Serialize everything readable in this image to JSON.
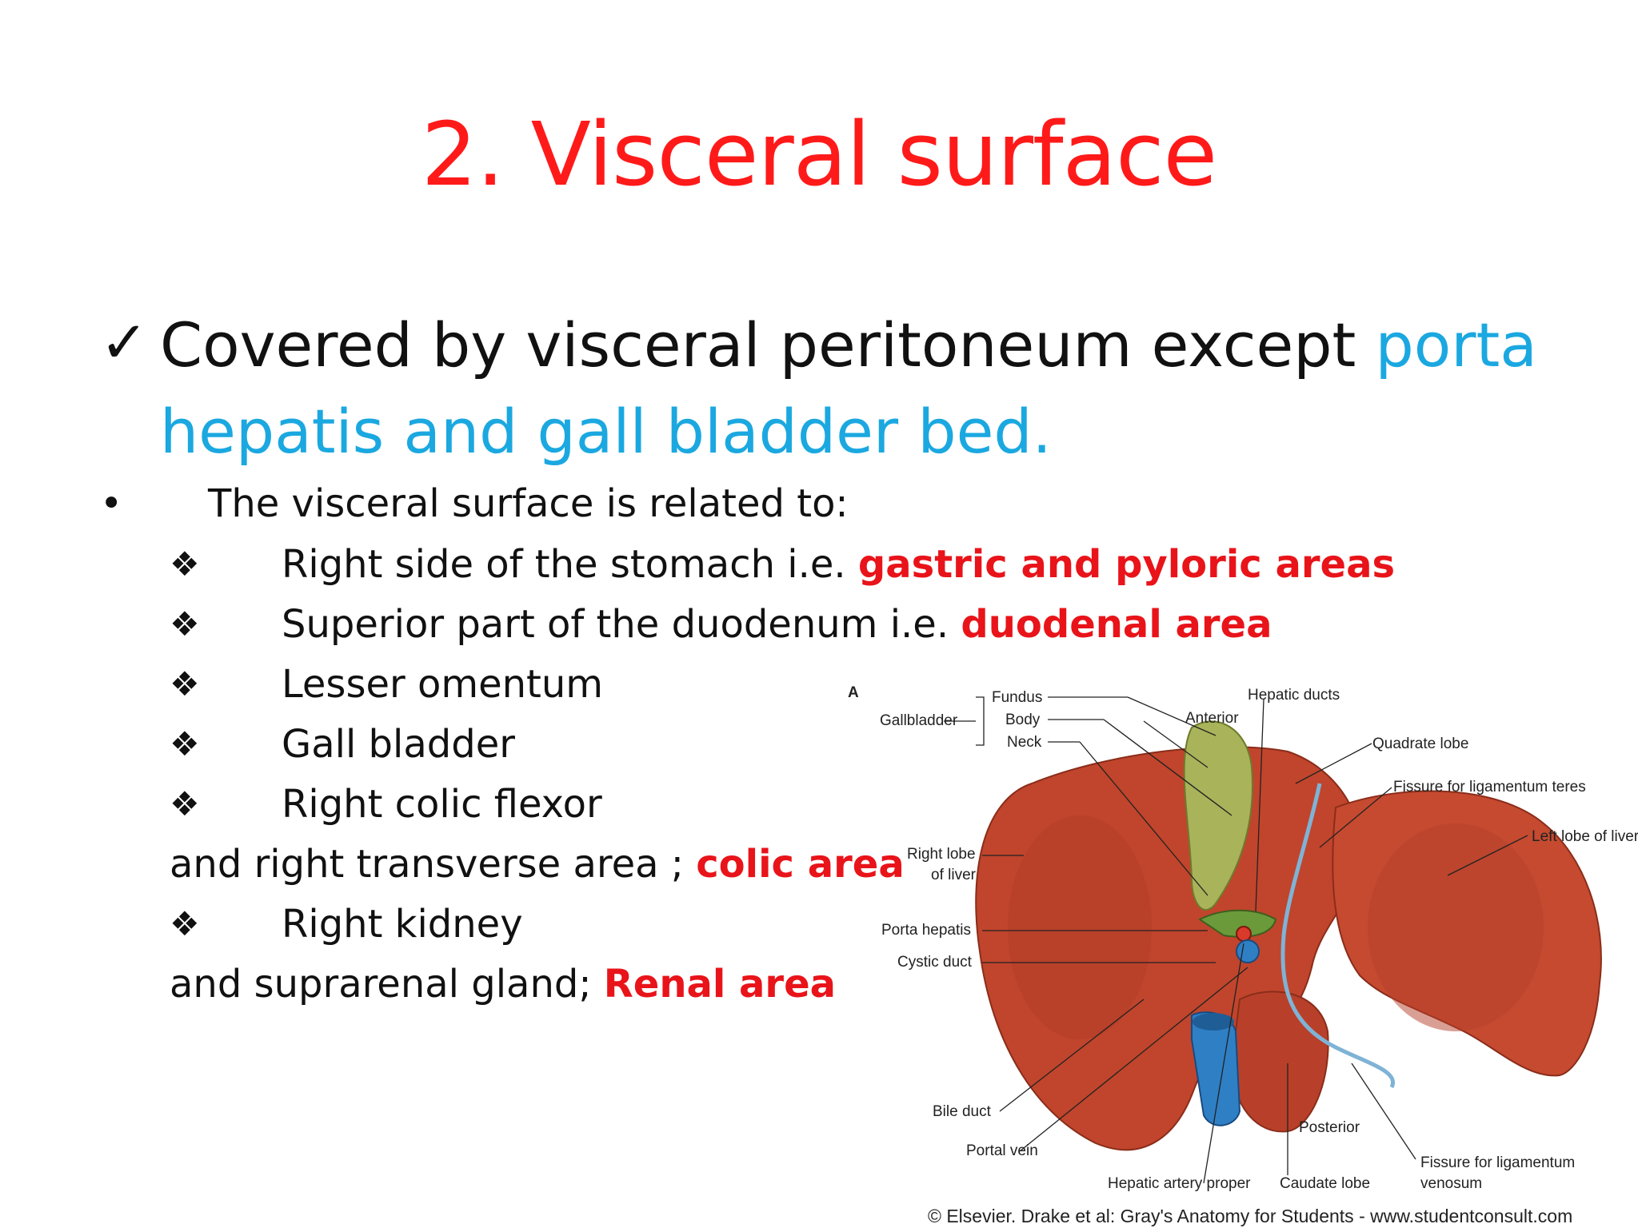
{
  "slide": {
    "title": "2. Visceral surface",
    "main_bullet": {
      "text_black": "Covered by visceral peritoneum except ",
      "text_cyan_1": "porta",
      "text_cyan_2": "hepatis and gall bladder bed."
    },
    "intro": {
      "bullet": "•",
      "text": "The visceral surface is related to:"
    },
    "items": [
      {
        "text": "Right side of the stomach i.e. ",
        "highlight": "gastric and pyloric areas"
      },
      {
        "text": "Superior part of the duodenum  i.e. ",
        "highlight": "duodenal area"
      },
      {
        "text": "Lesser omentum",
        "highlight": ""
      },
      {
        "text": "Gall bladder",
        "highlight": ""
      },
      {
        "text": "Right colic flexor",
        "highlight": ""
      },
      {
        "text": "Right kidney",
        "highlight": ""
      }
    ],
    "continuations": [
      {
        "text": "and right transverse area ; ",
        "highlight": "colic area"
      },
      {
        "text": "and suprarenal gland; ",
        "highlight": "Renal area"
      }
    ]
  },
  "figure": {
    "panel_letter": "A",
    "labels": {
      "gallbladder": "Gallbladder",
      "fundus": "Fundus",
      "body": "Body",
      "neck": "Neck",
      "hepatic_ducts": "Hepatic ducts",
      "anterior": "Anterior",
      "quadrate_lobe": "Quadrate lobe",
      "fissure_teres": "Fissure for ligamentum teres",
      "left_lobe": "Left lobe of liver",
      "right_lobe_1": "Right lobe",
      "right_lobe_2": "of liver",
      "porta_hepatis": "Porta hepatis",
      "cystic_duct": "Cystic duct",
      "bile_duct": "Bile duct",
      "portal_vein": "Portal vein",
      "hepatic_artery": "Hepatic artery proper",
      "caudate_lobe": "Caudate lobe",
      "posterior": "Posterior",
      "fissure_venosum_1": "Fissure for ligamentum",
      "fissure_venosum_2": "venosum"
    },
    "copyright": "© Elsevier. Drake et al: Gray's Anatomy for Students - www.studentconsult.com"
  },
  "colors": {
    "title": "#ff1a1a",
    "cyan": "#1ba8e0",
    "highlight_red": "#e8141a",
    "liver": "#c0452c",
    "gallbladder": "#a9b35a",
    "vein": "#2f7fc4"
  }
}
